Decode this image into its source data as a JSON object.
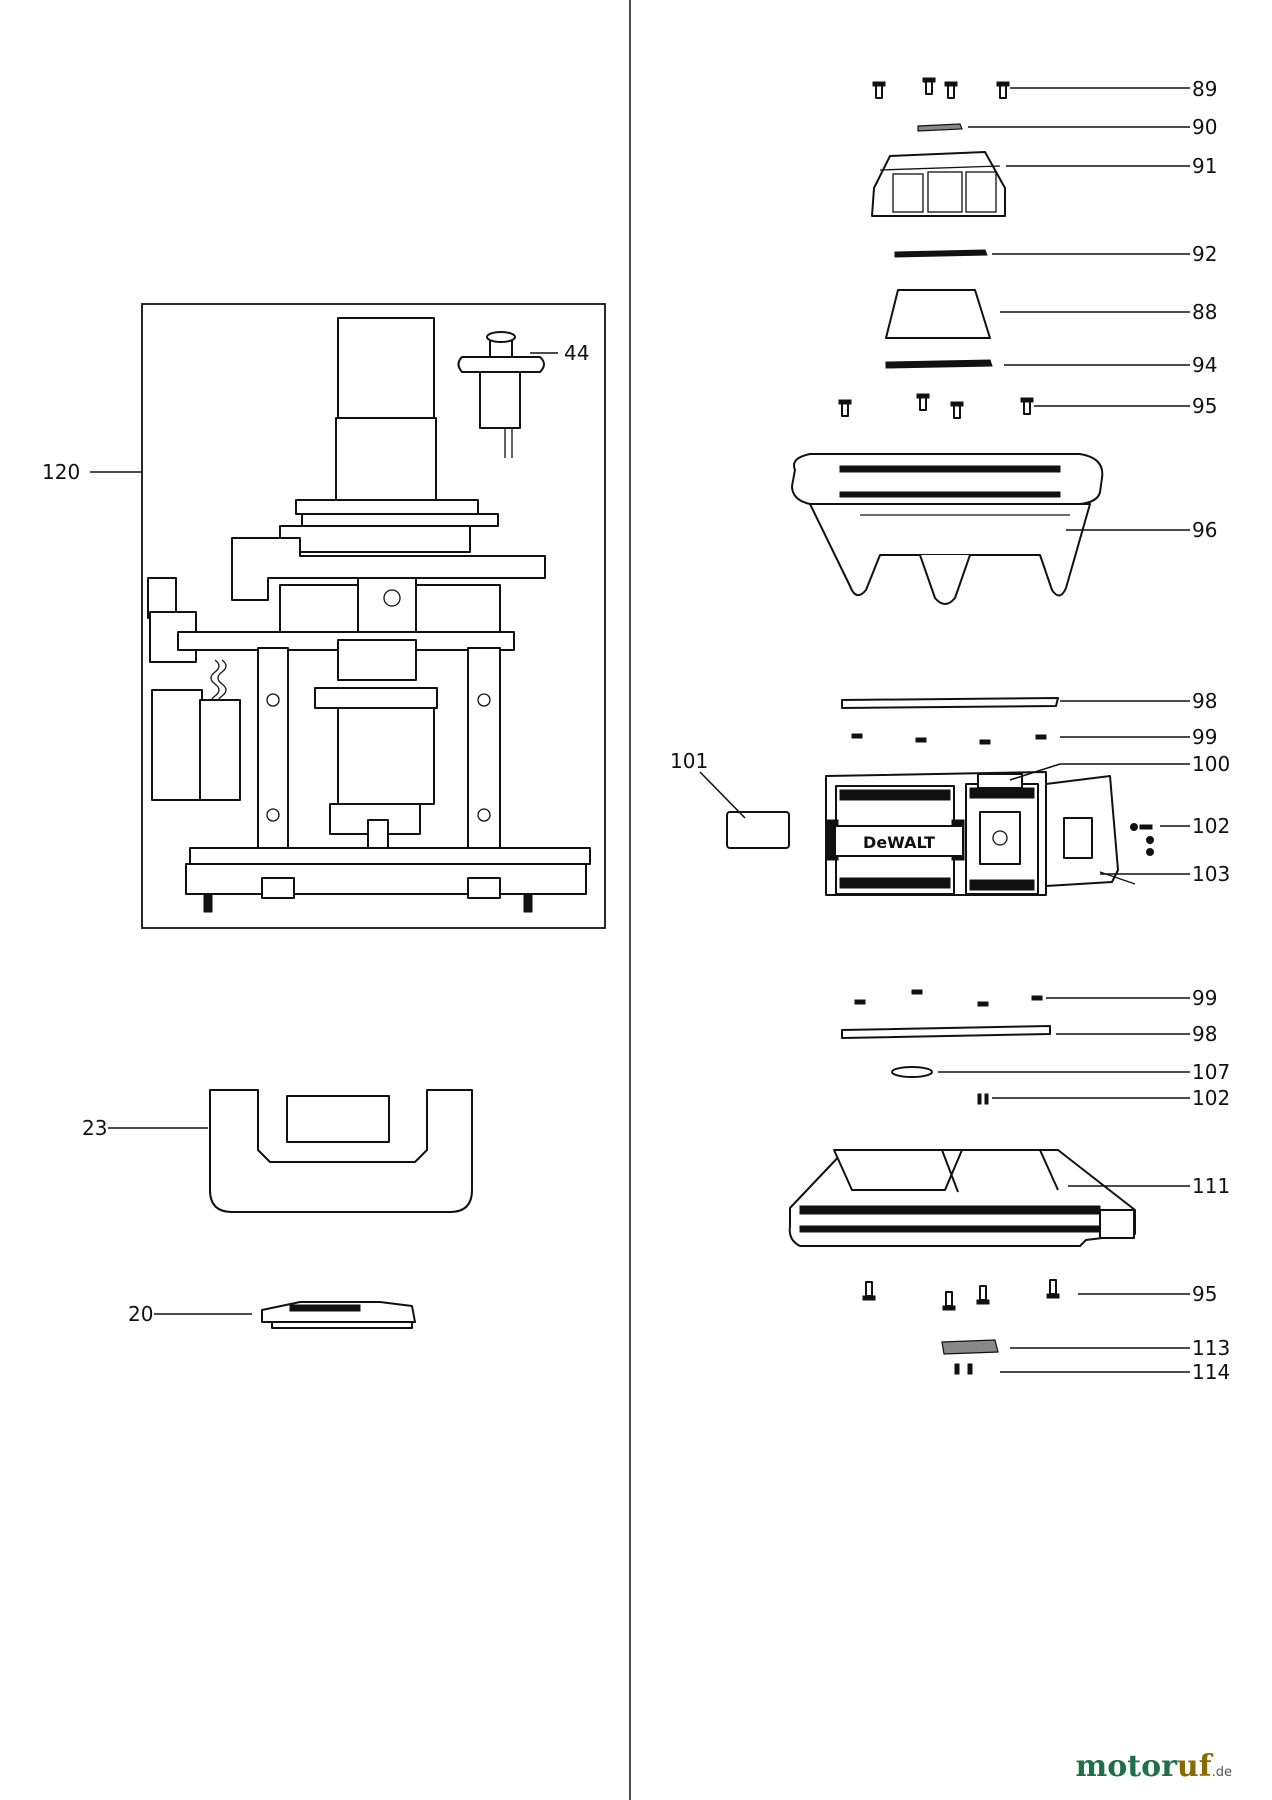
{
  "callouts": [
    {
      "id": "c120",
      "number": "120"
    },
    {
      "id": "c44",
      "number": "44"
    },
    {
      "id": "c23",
      "number": "23"
    },
    {
      "id": "c20",
      "number": "20"
    },
    {
      "id": "c89",
      "number": "89"
    },
    {
      "id": "c90",
      "number": "90"
    },
    {
      "id": "c91",
      "number": "91"
    },
    {
      "id": "c92",
      "number": "92"
    },
    {
      "id": "c88",
      "number": "88"
    },
    {
      "id": "c94",
      "number": "94"
    },
    {
      "id": "c95a",
      "number": "95"
    },
    {
      "id": "c96",
      "number": "96"
    },
    {
      "id": "c98a",
      "number": "98"
    },
    {
      "id": "c99a",
      "number": "99"
    },
    {
      "id": "c100",
      "number": "100"
    },
    {
      "id": "c101",
      "number": "101"
    },
    {
      "id": "c102a",
      "number": "102"
    },
    {
      "id": "c103",
      "number": "103"
    },
    {
      "id": "c99b",
      "number": "99"
    },
    {
      "id": "c98b",
      "number": "98"
    },
    {
      "id": "c107",
      "number": "107"
    },
    {
      "id": "c102b",
      "number": "102"
    },
    {
      "id": "c111",
      "number": "111"
    },
    {
      "id": "c95b",
      "number": "95"
    },
    {
      "id": "c113",
      "number": "113"
    },
    {
      "id": "c114",
      "number": "114"
    }
  ],
  "housing_logo_text": "DeWALT",
  "watermark": {
    "part1": "motor",
    "part2": "uf",
    "suffix": ".de"
  }
}
